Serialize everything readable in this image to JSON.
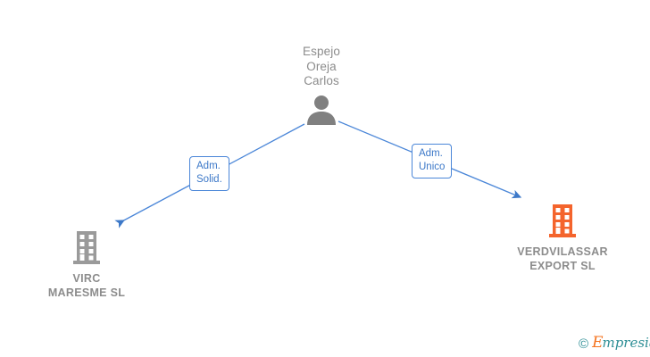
{
  "diagram": {
    "type": "org-relationship-graph",
    "background": "#ffffff",
    "edge_color": "#4a86d8",
    "person_color": "#808080",
    "company_color": "#808080",
    "highlight_color": "#f4642c"
  },
  "person": {
    "name": "Espejo\nOreja\nCarlos",
    "icon": "person-icon"
  },
  "companies": [
    {
      "name": "VIRC\nMARESME  SL",
      "icon": "building-icon",
      "color": "#8c8c8c",
      "highlighted": false
    },
    {
      "name": "VERDVILASSAR\nEXPORT  SL",
      "icon": "building-icon",
      "color": "#f4642c",
      "highlighted": true
    }
  ],
  "relations": [
    {
      "label": "Adm.\nSolid.",
      "from": "person",
      "to": "VIRC MARESME SL"
    },
    {
      "label": "Adm.\nUnico",
      "from": "person",
      "to": "VERDVILASSAR EXPORT SL"
    }
  ],
  "watermark": {
    "copyright": "©",
    "brand_initial": "E",
    "brand_rest": "mpresia"
  }
}
